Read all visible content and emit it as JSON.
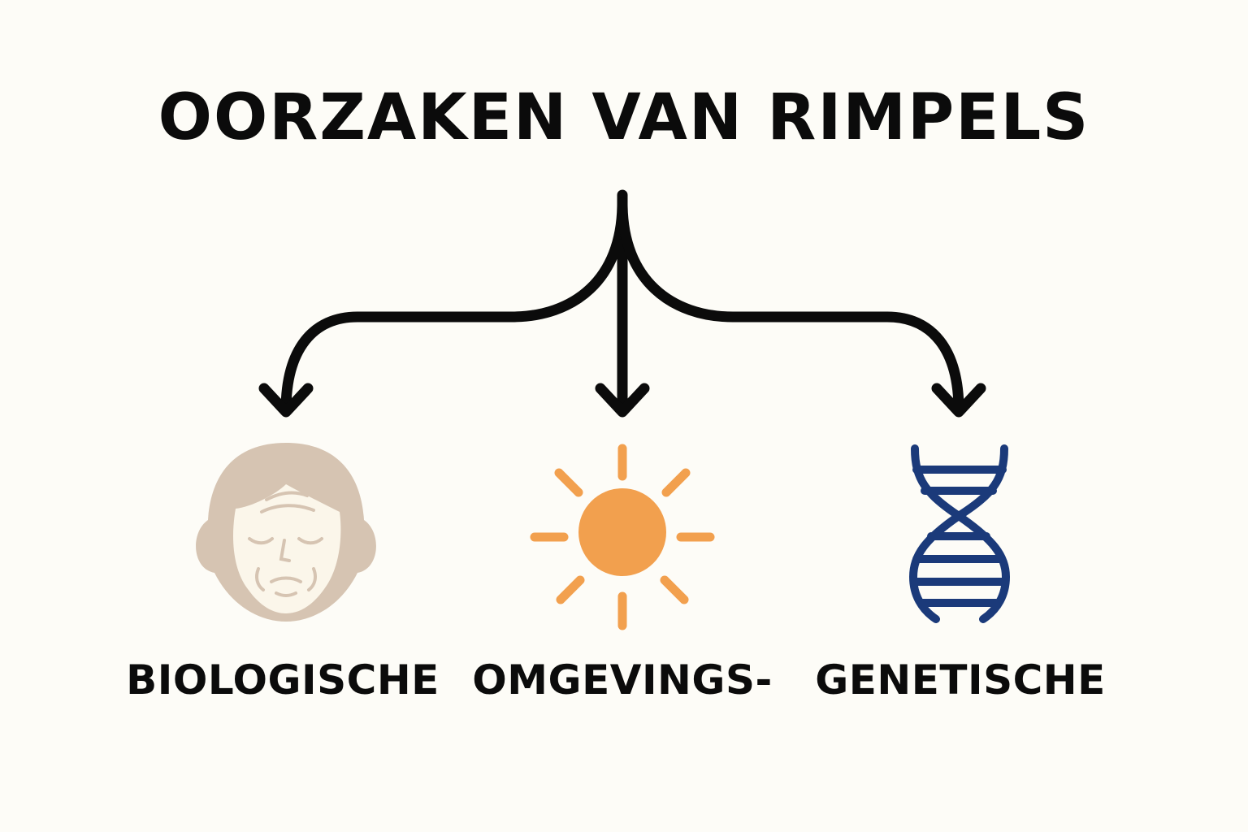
{
  "title": "OORZAKEN VAN RIMPELS",
  "branches": [
    {
      "label": "BIOLOGISCHE",
      "icon": "elderly-face-icon",
      "color": "#d6c4b2"
    },
    {
      "label": "OMGEVINGS-",
      "icon": "sun-icon",
      "color": "#f2a04e"
    },
    {
      "label": "GENETISCHE",
      "icon": "dna-icon",
      "color": "#1b3a7a"
    }
  ],
  "colors": {
    "background": "#fdfcf7",
    "connector": "#0b0b0b",
    "face_skin": "#fbf6ea",
    "face_hair": "#d6c4b2",
    "sun": "#f2a04e",
    "dna": "#1b3a7a"
  }
}
